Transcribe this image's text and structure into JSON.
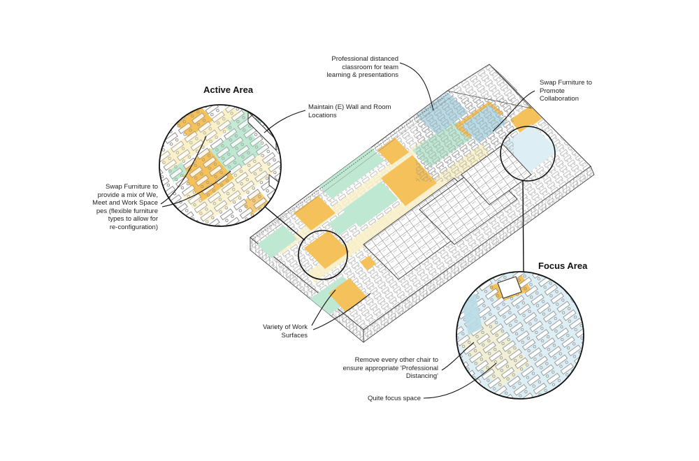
{
  "colors": {
    "outline": "#333333",
    "grid": "#9a9a9a",
    "yellow": "#f5c15a",
    "cream": "#faf1c9",
    "green": "#bfe8d3",
    "blue": "#b9dbe6",
    "lightblue": "#ddeff5",
    "floor": "#ffffff"
  },
  "areas": {
    "active": "Active Area",
    "focus": "Focus Area"
  },
  "callouts": {
    "classroom": "Professional distanced\nclassroom for team\nlearning & presentations",
    "swap_collab": "Swap Furniture to\nPromote\nCollaboration",
    "maintain_walls": "Maintain (E) Wall and Room\nLocations",
    "swap_mix": "Swap Furniture to\nprovide a mix of We,\nMeet and Work Space\npes (flexible furniture\ntypes to allow for\nre-configuration)",
    "variety": "Variety of Work\nSurfaces",
    "remove_chair": "Remove every other chair to\nensure appropriate 'Professional\nDistancing'",
    "quiet_focus": "Quite focus space"
  }
}
